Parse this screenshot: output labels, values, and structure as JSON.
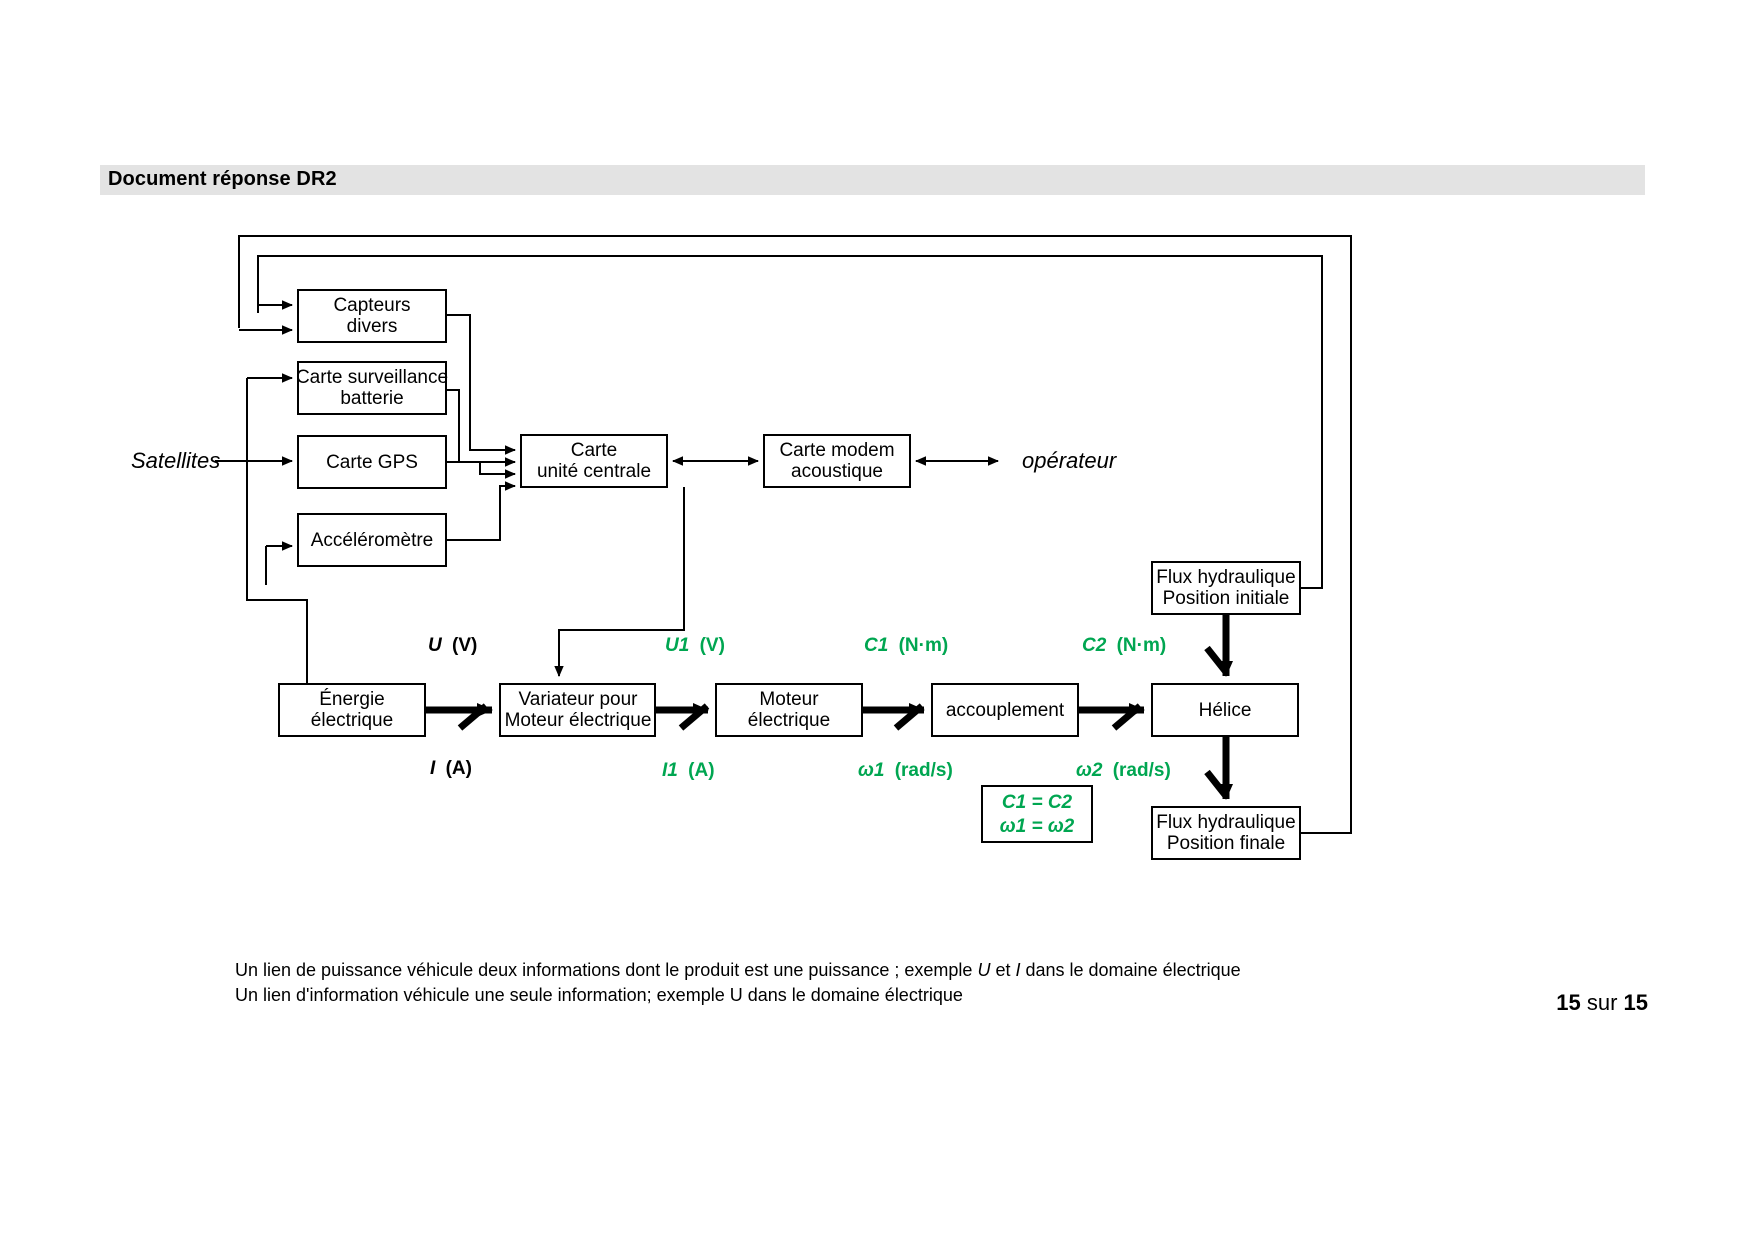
{
  "header": {
    "title": "Document réponse DR2",
    "band_color": "#e3e3e3"
  },
  "colors": {
    "accent_green": "#00a651",
    "line": "#000000",
    "box_fill": "#ffffff"
  },
  "diagram": {
    "type": "block-diagram",
    "external_labels": [
      {
        "id": "satellites",
        "text": "Satellites"
      },
      {
        "id": "operateur",
        "text": "opérateur"
      }
    ],
    "info_blocks": [
      {
        "id": "capteurs-divers",
        "line1": "Capteurs",
        "line2": "divers"
      },
      {
        "id": "carte-surveillance",
        "line1": "Carte surveillance",
        "line2": "batterie"
      },
      {
        "id": "carte-gps",
        "line1": "Carte GPS",
        "line2": ""
      },
      {
        "id": "accelerometre",
        "line1": "Accéléromètre",
        "line2": ""
      },
      {
        "id": "carte-unite-centrale",
        "line1": "Carte",
        "line2": "unité centrale"
      },
      {
        "id": "carte-modem",
        "line1": "Carte modem",
        "line2": "acoustique"
      }
    ],
    "power_blocks": [
      {
        "id": "energie-electrique",
        "line1": "Énergie",
        "line2": "électrique"
      },
      {
        "id": "variateur",
        "line1": "Variateur pour",
        "line2": "Moteur électrique"
      },
      {
        "id": "moteur-electrique",
        "line1": "Moteur",
        "line2": "électrique"
      },
      {
        "id": "accouplement",
        "line1": "accouplement",
        "line2": ""
      },
      {
        "id": "helice",
        "line1": "Hélice",
        "line2": ""
      }
    ],
    "hydraulic_blocks": [
      {
        "id": "flux-initial",
        "line1": "Flux hydraulique",
        "line2": "Position initiale"
      },
      {
        "id": "flux-final",
        "line1": "Flux hydraulique",
        "line2": "Position finale"
      }
    ],
    "flow_labels_top": [
      {
        "id": "u",
        "var": "U",
        "unit": "(V)",
        "color": "black"
      },
      {
        "id": "u1",
        "var": "U1",
        "unit": "(V)",
        "color": "green"
      },
      {
        "id": "c1",
        "var": "C1",
        "unit": "(N·m)",
        "color": "green"
      },
      {
        "id": "c2",
        "var": "C2",
        "unit": "(N·m)",
        "color": "green"
      }
    ],
    "flow_labels_bottom": [
      {
        "id": "i",
        "var": "I",
        "unit": "(A)",
        "color": "black"
      },
      {
        "id": "i1",
        "var": "I1",
        "unit": "(A)",
        "color": "green"
      },
      {
        "id": "w1",
        "var": "ω1",
        "unit": "(rad/s)",
        "color": "green"
      },
      {
        "id": "w2",
        "var": "ω2",
        "unit": "(rad/s)",
        "color": "green"
      }
    ],
    "equation_box": {
      "id": "equality-note",
      "line1": "C1 = C2",
      "line2": "ω1 = ω2"
    }
  },
  "footnotes": {
    "line1_part1": "Un lien de puissance véhicule deux informations dont le produit est une puissance ; exemple ",
    "line1_u": "U",
    "line1_part2": " et ",
    "line1_i": "I",
    "line1_part3": " dans le domaine électrique",
    "line2": "Un lien d'information véhicule une seule information; exemple U dans le domaine électrique"
  },
  "footer": {
    "page_number": "15",
    "separator": " sur ",
    "total_pages": "15"
  }
}
